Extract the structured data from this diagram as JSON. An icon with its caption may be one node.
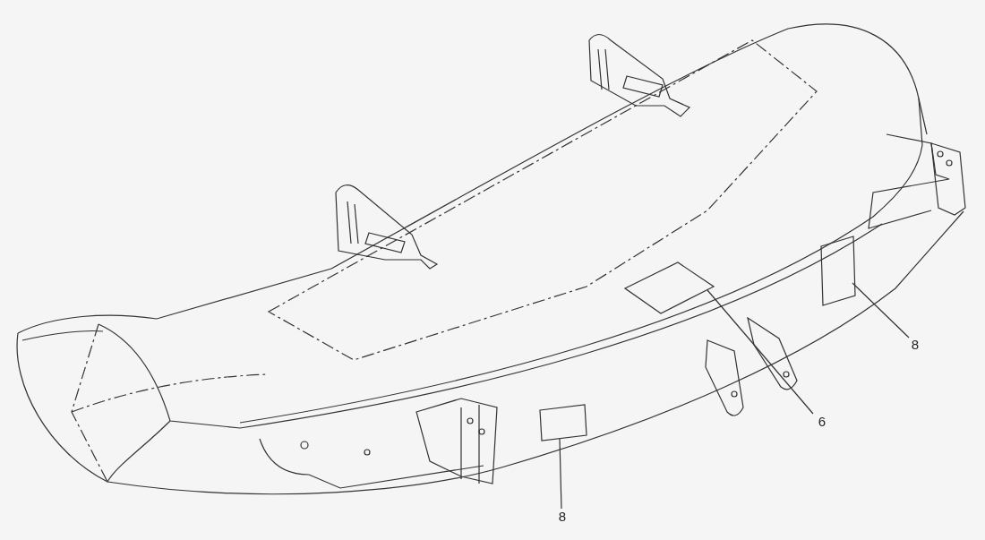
{
  "diagram": {
    "nodes": [
      {
        "text": [],
        "shape": "box"
      },
      {
        "text": [],
        "shape": "box"
      },
      {
        "text": [],
        "shape": "box"
      },
      {
        "text": [
          "6"
        ]
      },
      {
        "text": [
          "8"
        ]
      },
      {
        "text": [
          "8"
        ]
      }
    ],
    "edges": [
      {
        "from": 3,
        "to": 1,
        "arrow": "none"
      },
      {
        "from": 4,
        "to": 2,
        "arrow": "none"
      },
      {
        "from": 5,
        "to": 0,
        "arrow": "none"
      }
    ]
  }
}
